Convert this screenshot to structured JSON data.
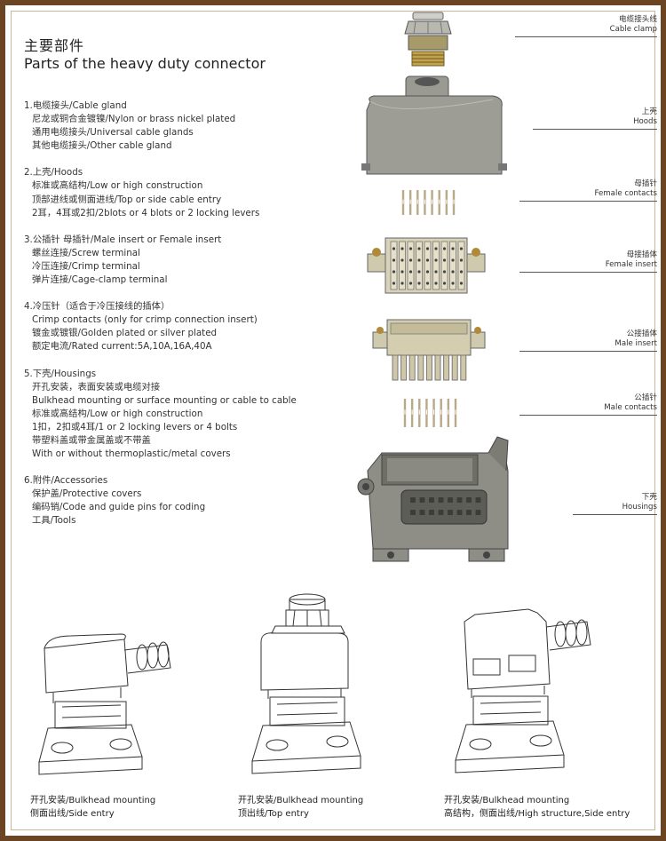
{
  "title_cn": "主要部件",
  "title_en": "Parts of the heavy duty connector",
  "sections": [
    {
      "head": "1.电缆接头/Cable gland",
      "items": [
        "尼龙或铜合金镀镍/Nylon or brass nickel plated",
        "通用电缆接头/Universal cable glands",
        "其他电缆接头/Other cable gland"
      ]
    },
    {
      "head": "2.上壳/Hoods",
      "items": [
        "标准或高结构/Low or high construction",
        "顶部进线或侧面进线/Top or side cable entry",
        "2耳，4耳或2扣/2blots or 4 blots or 2 locking levers"
      ]
    },
    {
      "head": "3.公插针 母插针/Male insert or Female insert",
      "items": [
        "螺丝连接/Screw terminal",
        "冷压连接/Crimp terminal",
        "弹片连接/Cage-clamp terminal"
      ]
    },
    {
      "head": "4.冷压针（适合于冷压接线的插体）",
      "items": [
        "Crimp contacts (only for crimp connection insert)",
        "镀金或镀银/Golden plated or silver plated",
        "额定电流/Rated current:5A,10A,16A,40A"
      ]
    },
    {
      "head": "5.下壳/Housings",
      "items": [
        "开孔安装，表面安装或电缆对接",
        "Bulkhead mounting or surface mounting or cable to cable",
        "标准或高结构/Low or high construction",
        "1扣，2扣或4耳/1 or 2 locking levers or 4 bolts",
        "带塑料盖或带金属盖或不带盖",
        "With or without thermoplastic/metal covers"
      ]
    },
    {
      "head": "6.附件/Accessories",
      "items": [
        "保护盖/Protective covers",
        "编码销/Code and guide pins for coding",
        "工具/Tools"
      ]
    }
  ],
  "callouts": [
    {
      "cn": "电缆接头线",
      "en": "Cable clamp"
    },
    {
      "cn": "上壳",
      "en": "Hoods"
    },
    {
      "cn": "母插针",
      "en": "Female contacts"
    },
    {
      "cn": "母接插体",
      "en": "Female insert"
    },
    {
      "cn": "公接插体",
      "en": "Male insert"
    },
    {
      "cn": "公插针",
      "en": "Male contacts"
    },
    {
      "cn": "下壳",
      "en": "Housings"
    }
  ],
  "captions": [
    {
      "line1": "开孔安装/Bulkhead mounting",
      "line2": "侧面出线/Side entry"
    },
    {
      "line1": "开孔安装/Bulkhead mounting",
      "line2": "顶出线/Top entry"
    },
    {
      "line1": "开孔安装/Bulkhead mounting",
      "line2": "高结构，侧面出线/High structure,Side entry"
    }
  ]
}
